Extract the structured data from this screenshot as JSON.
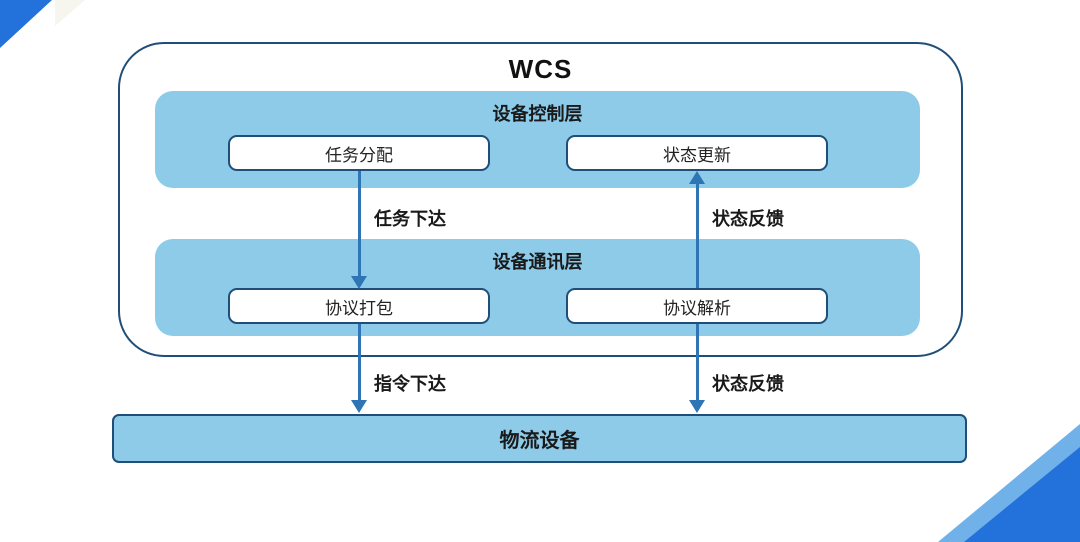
{
  "diagram": {
    "title": "WCS",
    "layers": [
      {
        "name": "设备控制层",
        "boxes": [
          "任务分配",
          "状态更新"
        ]
      },
      {
        "name": "设备通讯层",
        "boxes": [
          "协议打包",
          "协议解析"
        ]
      }
    ],
    "arrows": [
      {
        "label": "任务下达",
        "direction": "down",
        "from": "任务分配",
        "to": "协议打包"
      },
      {
        "label": "状态反馈",
        "direction": "up",
        "from": "协议解析",
        "to": "状态更新"
      },
      {
        "label": "指令下达",
        "direction": "down",
        "from": "协议打包",
        "to": "物流设备"
      },
      {
        "label": "状态反馈",
        "direction": "down",
        "from": "协议解析",
        "to": "物流设备"
      }
    ],
    "bottom_box": "物流设备"
  },
  "colors": {
    "light_blue": "#8DCBE9",
    "outline_navy": "#1F4E79",
    "arrow_blue": "#2E75B6",
    "corner_blue": "#2372DB",
    "corner_light_blue": "#6FB1E8",
    "text_dark": "#1a1a1a"
  }
}
